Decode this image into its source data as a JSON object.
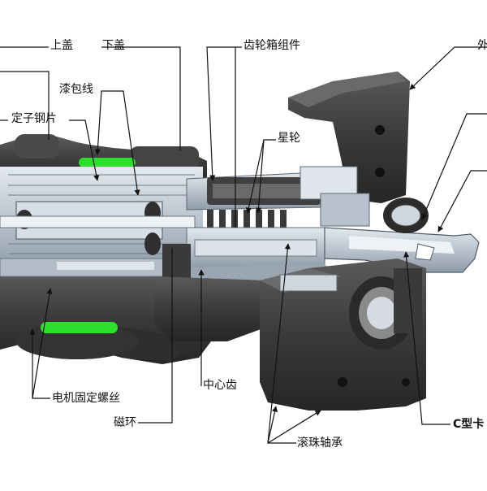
{
  "labels": {
    "top_cover": "上盖",
    "bottom_cover": "下盖",
    "gearbox_assembly": "齿轮箱组件",
    "enameled_wire": "漆包线",
    "stator_steel": "定子钢片",
    "planet_gear": "星轮",
    "sun_gear": "中心齿",
    "motor_screw": "电机固定螺丝",
    "magnetic_ring": "磁环",
    "roller_bearing": "滚珠轴承",
    "c_clip": "C型卡",
    "edge_top_right": "外"
  },
  "colors": {
    "accent_green": "#2ee02e",
    "housing_dark": "#3a3a3a",
    "housing_mid": "#5a5a5a",
    "steel_light": "#c9d3dc",
    "steel_mid": "#9aa7b3",
    "leader_line": "#111111"
  }
}
